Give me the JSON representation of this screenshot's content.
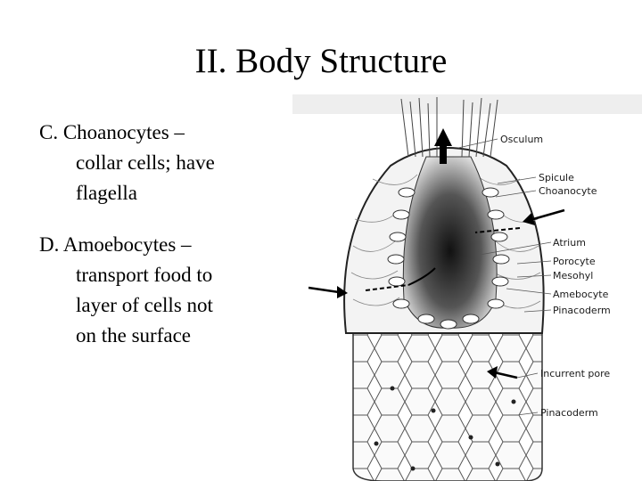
{
  "slide": {
    "title": "II. Body Structure",
    "bullets": [
      {
        "head": "C. Choanocytes –",
        "body_lines": [
          "collar cells; have",
          "flagella"
        ]
      },
      {
        "head": "D. Amoebocytes –",
        "body_lines": [
          "transport food to",
          "layer  of cells not",
          "on the surface"
        ]
      }
    ]
  },
  "figure": {
    "labels": {
      "osculum": "Osculum",
      "spicule": "Spicule",
      "choanocyte": "Choanocyte",
      "atrium": "Atrium",
      "porocyte": "Porocyte",
      "mesohyl": "Mesohyl",
      "amebocyte": "Amebocyte",
      "pinacoderm_upper": "Pinacoderm",
      "incurrent_pore": "Incurrent pore",
      "pinacoderm_lower": "Pinacoderm"
    }
  }
}
